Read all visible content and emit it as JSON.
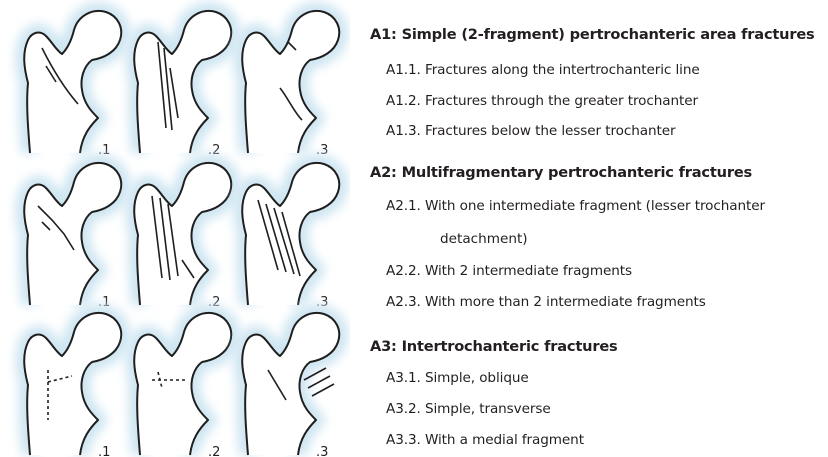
{
  "colors": {
    "background": "#ffffff",
    "halo": "#cfe6f2",
    "bone_outline": "#1f1f1f",
    "text": "#231f20"
  },
  "figures": {
    "rows": [
      {
        "group": "A1",
        "labels": [
          ".1",
          ".2",
          ".3"
        ]
      },
      {
        "group": "A2",
        "labels": [
          ".1",
          ".2",
          ".3"
        ]
      },
      {
        "group": "A3",
        "labels": [
          ".1",
          ".2",
          ".3"
        ]
      }
    ]
  },
  "legend": {
    "groups": [
      {
        "title": "A1: Simple (2-fragment) pertrochanteric area fractures",
        "items": [
          {
            "text": "A1.1. Fractures along the intertrochanteric line"
          },
          {
            "text": "A1.2. Fractures through the greater trochanter"
          },
          {
            "text": "A1.3. Fractures below the lesser trochanter"
          }
        ]
      },
      {
        "title": "A2: Multifragmentary pertrochanteric fractures",
        "items": [
          {
            "text": "A2.1. With one intermediate fragment (lesser trochanter",
            "continuation": "detachment)"
          },
          {
            "text": "A2.2. With 2 intermediate fragments"
          },
          {
            "text": "A2.3. With more than 2 intermediate fragments"
          }
        ]
      },
      {
        "title": "A3: Intertrochanteric fractures",
        "items": [
          {
            "text": "A3.1. Simple, oblique"
          },
          {
            "text": "A3.2. Simple, transverse"
          },
          {
            "text": "A3.3. With a medial fragment"
          }
        ]
      }
    ]
  }
}
